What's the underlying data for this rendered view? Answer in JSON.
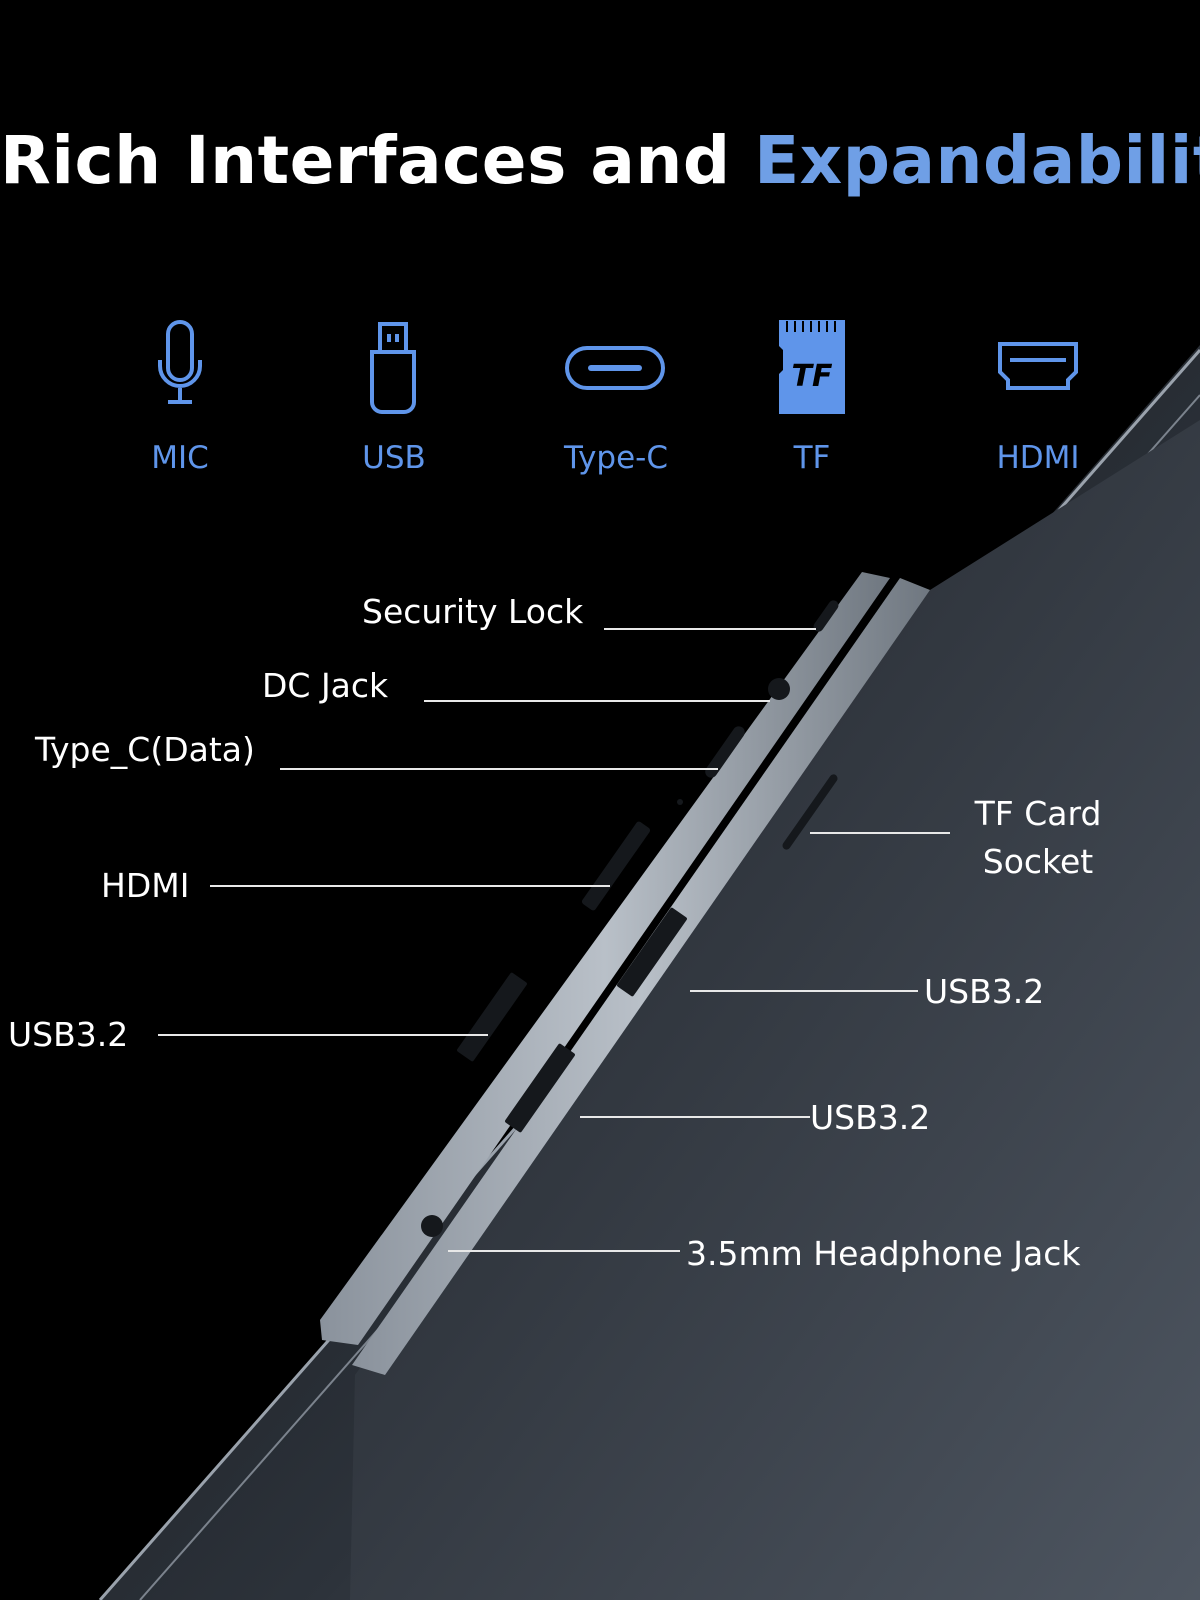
{
  "title": {
    "main": "Rich Interfaces and ",
    "accent": "Expandability"
  },
  "features": [
    {
      "icon": "microphone-icon",
      "label": "MIC"
    },
    {
      "icon": "usb-icon",
      "label": "USB"
    },
    {
      "icon": "type-c-icon",
      "label": "Type-C"
    },
    {
      "icon": "tf-card-icon",
      "label": "TF",
      "icon_text": "TF"
    },
    {
      "icon": "hdmi-icon",
      "label": "HDMI"
    }
  ],
  "callouts": {
    "security_lock": "Security Lock",
    "dc_jack": "DC Jack",
    "type_c_data": "Type_C(Data)",
    "hdmi": "HDMI",
    "usb_left": "USB3.2",
    "tf_line1": "TF Card",
    "tf_line2": "Socket",
    "usb_right_upper": "USB3.2",
    "usb_right_lower": "USB3.2",
    "headphone": "3.5mm Headphone Jack"
  },
  "colors": {
    "accent": "#6f9fe6",
    "icon": "#5f95ea",
    "background": "#000000"
  }
}
